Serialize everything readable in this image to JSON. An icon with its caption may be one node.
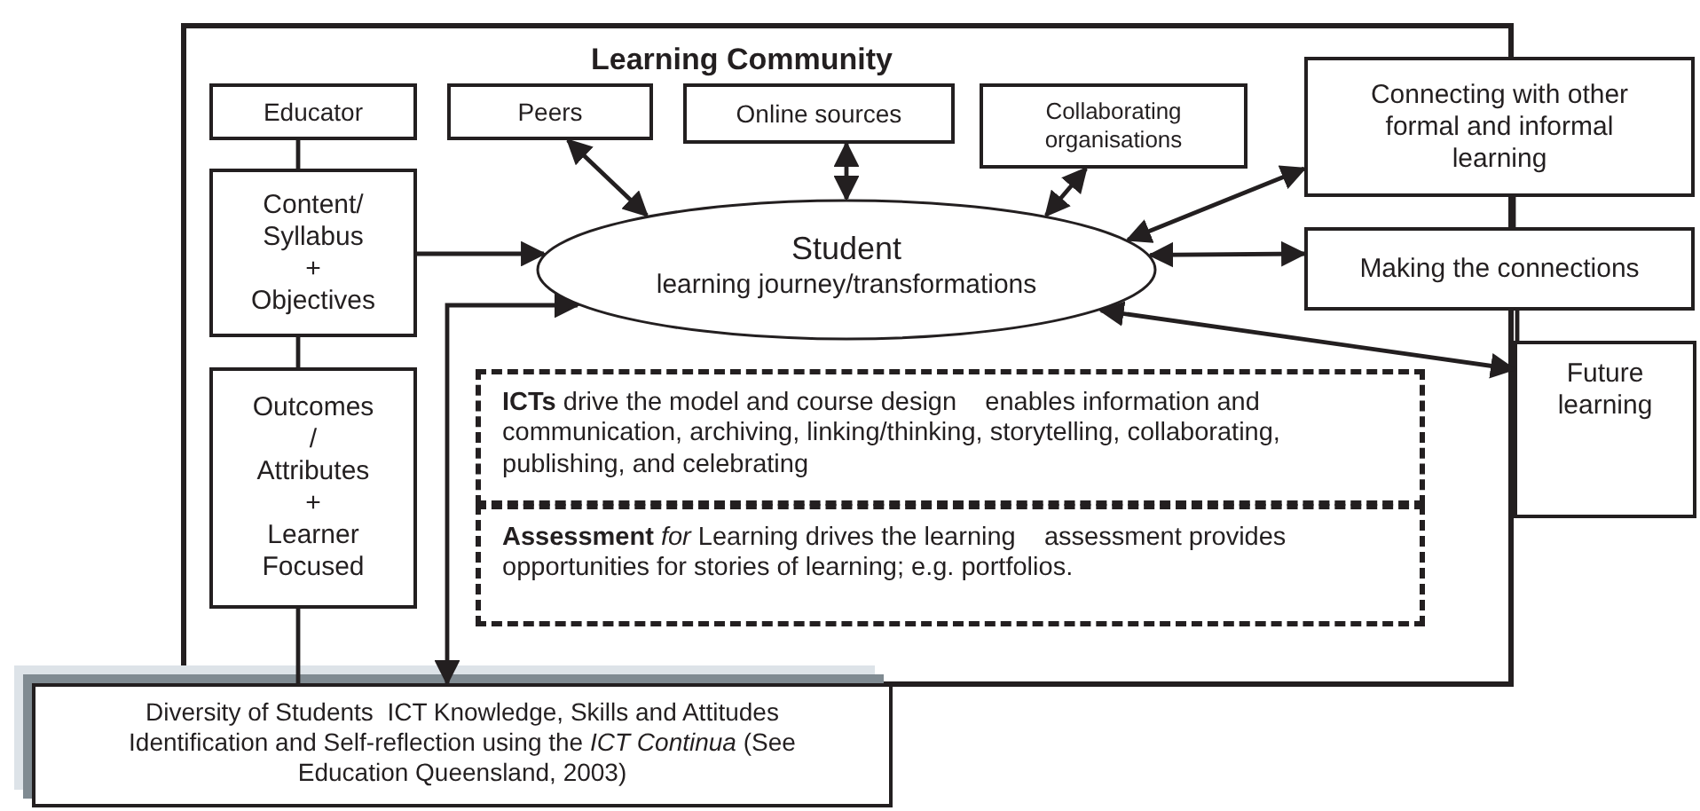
{
  "diagram": {
    "nodes": [
      {
        "text": [
          "Learning Community"
        ]
      },
      {
        "text": [
          "Educator"
        ],
        "in": 0
      },
      {
        "text": [
          "Peers"
        ],
        "in": 0
      },
      {
        "text": [
          "Online sources"
        ],
        "in": 0
      },
      {
        "text": [
          "Collaborating organisations"
        ],
        "in": 0
      },
      {
        "text": [
          "Connecting with other formal and informal learning"
        ]
      },
      {
        "text": [
          "Content/ Syllabus + Objectives"
        ],
        "in": 0
      },
      {
        "text": [
          "Student",
          "learning journey/transformations"
        ],
        "in": 0
      },
      {
        "text": [
          "Making the connections"
        ]
      },
      {
        "text": [
          "Outcomes / Attributes + Learner Focused"
        ],
        "in": 0
      },
      {
        "text": [
          "**ICTs** drive the model and course design    enables information and communication, archiving, linking/thinking, storytelling, collaborating, publishing, and celebrating"
        ],
        "in": 0
      },
      {
        "text": [
          "Future learning"
        ]
      },
      {
        "text": [
          "**Assessment** *for* Learning drives the learning    assessment provides opportunities for stories of learning; e.g. portfolios."
        ],
        "in": 0
      },
      {
        "text": [
          "Diversity of Students  ICT Knowledge, Skills and Attitudes    Identification and Self-reflection using the *ICT Continua* (See Education Queensland, 2003)"
        ]
      }
    ],
    "edges": [
      {
        "from": 1,
        "to": 6,
        "arrow": "none"
      },
      {
        "from": 6,
        "to": 9,
        "arrow": "none"
      },
      {
        "from": 9,
        "to": 13,
        "arrow": "none"
      },
      {
        "from": 6,
        "to": 7,
        "arrow": "to"
      },
      {
        "from": 13,
        "to": 7,
        "arrow": "both"
      },
      {
        "from": 2,
        "to": 7,
        "arrow": "both"
      },
      {
        "from": 3,
        "to": 7,
        "arrow": "both"
      },
      {
        "from": 4,
        "to": 7,
        "arrow": "both"
      },
      {
        "from": 5,
        "to": 7,
        "arrow": "both"
      },
      {
        "from": 8,
        "to": 7,
        "arrow": "both"
      },
      {
        "from": 11,
        "to": 7,
        "arrow": "both"
      },
      {
        "from": 5,
        "to": 8,
        "arrow": "none"
      },
      {
        "from": 8,
        "to": 11,
        "arrow": "none"
      }
    ]
  }
}
